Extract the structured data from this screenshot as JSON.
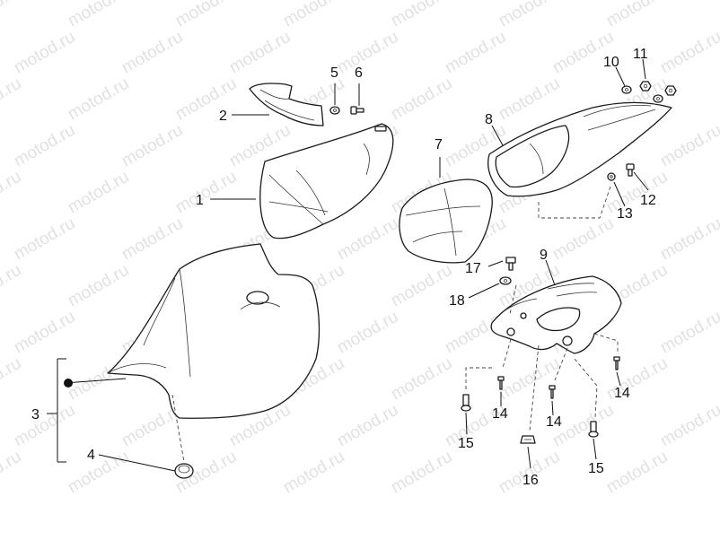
{
  "watermark": "motod.ru",
  "callouts": [
    {
      "id": "1",
      "label": "1"
    },
    {
      "id": "2",
      "label": "2"
    },
    {
      "id": "3",
      "label": "3"
    },
    {
      "id": "4",
      "label": "4"
    },
    {
      "id": "5",
      "label": "5"
    },
    {
      "id": "6",
      "label": "6"
    },
    {
      "id": "7",
      "label": "7"
    },
    {
      "id": "8",
      "label": "8"
    },
    {
      "id": "9",
      "label": "9"
    },
    {
      "id": "10",
      "label": "10"
    },
    {
      "id": "11",
      "label": "11"
    },
    {
      "id": "12",
      "label": "12"
    },
    {
      "id": "13",
      "label": "13"
    },
    {
      "id": "14a",
      "label": "14"
    },
    {
      "id": "14b",
      "label": "14"
    },
    {
      "id": "14c",
      "label": "14"
    },
    {
      "id": "15a",
      "label": "15"
    },
    {
      "id": "15b",
      "label": "15"
    },
    {
      "id": "16",
      "label": "16"
    },
    {
      "id": "17",
      "label": "17"
    },
    {
      "id": "18",
      "label": "18"
    }
  ]
}
